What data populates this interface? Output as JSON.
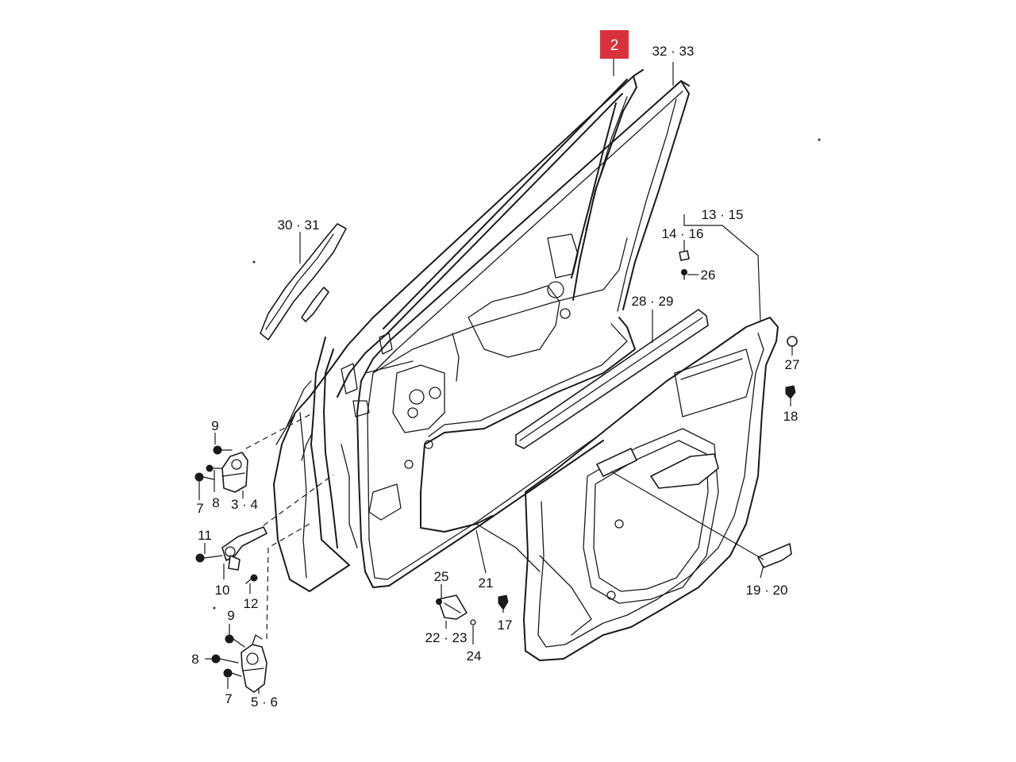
{
  "highlight": {
    "label": "2",
    "color": "#d9323c"
  },
  "callouts": [
    {
      "id": "c2",
      "label": "2"
    },
    {
      "id": "c3233",
      "label": "32 · 33"
    },
    {
      "id": "c3031",
      "label": "30 · 31"
    },
    {
      "id": "c1315",
      "label": "13 · 15"
    },
    {
      "id": "c1416",
      "label": "14 · 16"
    },
    {
      "id": "c26",
      "label": "26"
    },
    {
      "id": "c2829",
      "label": "28 · 29"
    },
    {
      "id": "c27",
      "label": "27"
    },
    {
      "id": "c18",
      "label": "18"
    },
    {
      "id": "c9a",
      "label": "9"
    },
    {
      "id": "c8a",
      "label": "8"
    },
    {
      "id": "c7a",
      "label": "7"
    },
    {
      "id": "c34",
      "label": "3 · 4"
    },
    {
      "id": "c11",
      "label": "11"
    },
    {
      "id": "c10",
      "label": "10"
    },
    {
      "id": "c12",
      "label": "12"
    },
    {
      "id": "c9b",
      "label": "9"
    },
    {
      "id": "c8b",
      "label": "8"
    },
    {
      "id": "c7b",
      "label": "7"
    },
    {
      "id": "c56",
      "label": "5 · 6"
    },
    {
      "id": "c25",
      "label": "25"
    },
    {
      "id": "c2223",
      "label": "22 · 23"
    },
    {
      "id": "c24",
      "label": "24"
    },
    {
      "id": "c21",
      "label": "21"
    },
    {
      "id": "c17",
      "label": "17"
    },
    {
      "id": "c1920",
      "label": "19 · 20"
    }
  ],
  "colors": {
    "line": "#1a1a1a",
    "background": "#ffffff",
    "highlight": "#d9323c"
  }
}
